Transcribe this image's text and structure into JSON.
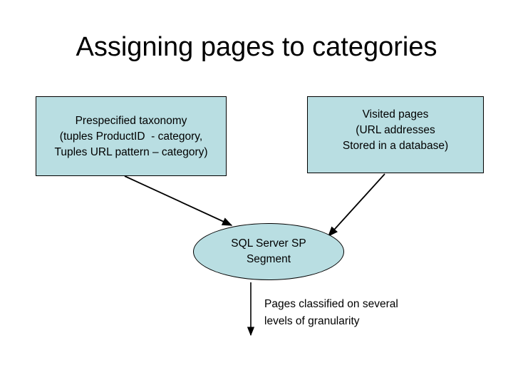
{
  "slide": {
    "title": "Assigning pages to categories",
    "background_color": "#ffffff",
    "shape_fill_color": "#b9dee2",
    "shape_border_color": "#000000",
    "text_color": "#000000"
  },
  "boxes": {
    "taxonomy": {
      "name": "Prespecified taxonomy",
      "lines": [
        "Prespecified taxonomy",
        "(tuples ProductID  - category,",
        "Tuples URL pattern – category)"
      ]
    },
    "visited": {
      "name": "Visited pages",
      "lines": [
        "Visited pages",
        "(URL addresses",
        "Stored in a database)"
      ]
    }
  },
  "ellipse": {
    "name": "SQL Server SP Segment",
    "lines": [
      "SQL Server SP",
      "Segment"
    ]
  },
  "caption": {
    "lines": [
      "Pages classified on several",
      "levels of granularity"
    ]
  },
  "arrows": [
    {
      "id": "taxonomy-to-sqlserver",
      "from": "taxonomy-box",
      "to": "sqlserver-ellipse"
    },
    {
      "id": "visited-to-sqlserver",
      "from": "visited-box",
      "to": "sqlserver-ellipse"
    },
    {
      "id": "sqlserver-to-caption",
      "from": "sqlserver-ellipse",
      "to": "granularity-caption"
    }
  ]
}
